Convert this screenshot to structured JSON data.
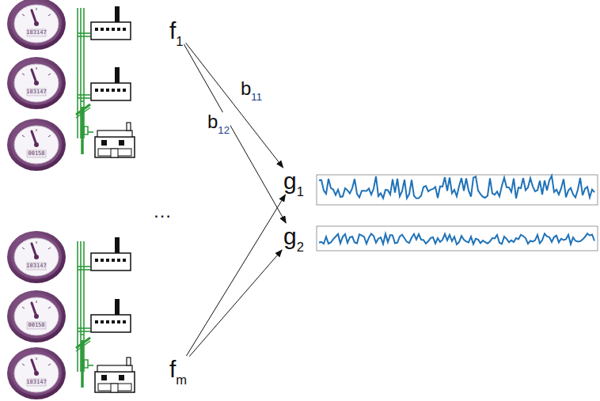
{
  "diagram": {
    "nodes": [
      {
        "text": [
          "f1"
        ]
      },
      {
        "text": [
          "g1"
        ]
      },
      {
        "text": [
          "g2"
        ]
      },
      {
        "text": [
          "fm"
        ]
      }
    ],
    "edges": [
      {
        "from": 0,
        "to": 1,
        "arrow": "to",
        "label": "b11"
      },
      {
        "from": 0,
        "to": 2,
        "arrow": "to",
        "label": "b12"
      },
      {
        "from": 3,
        "to": 1,
        "arrow": "to"
      },
      {
        "from": 3,
        "to": 2,
        "arrow": "to"
      }
    ],
    "labels": [
      "183147",
      "183147",
      "00158",
      "…",
      "183147",
      "00158",
      "183147"
    ]
  }
}
